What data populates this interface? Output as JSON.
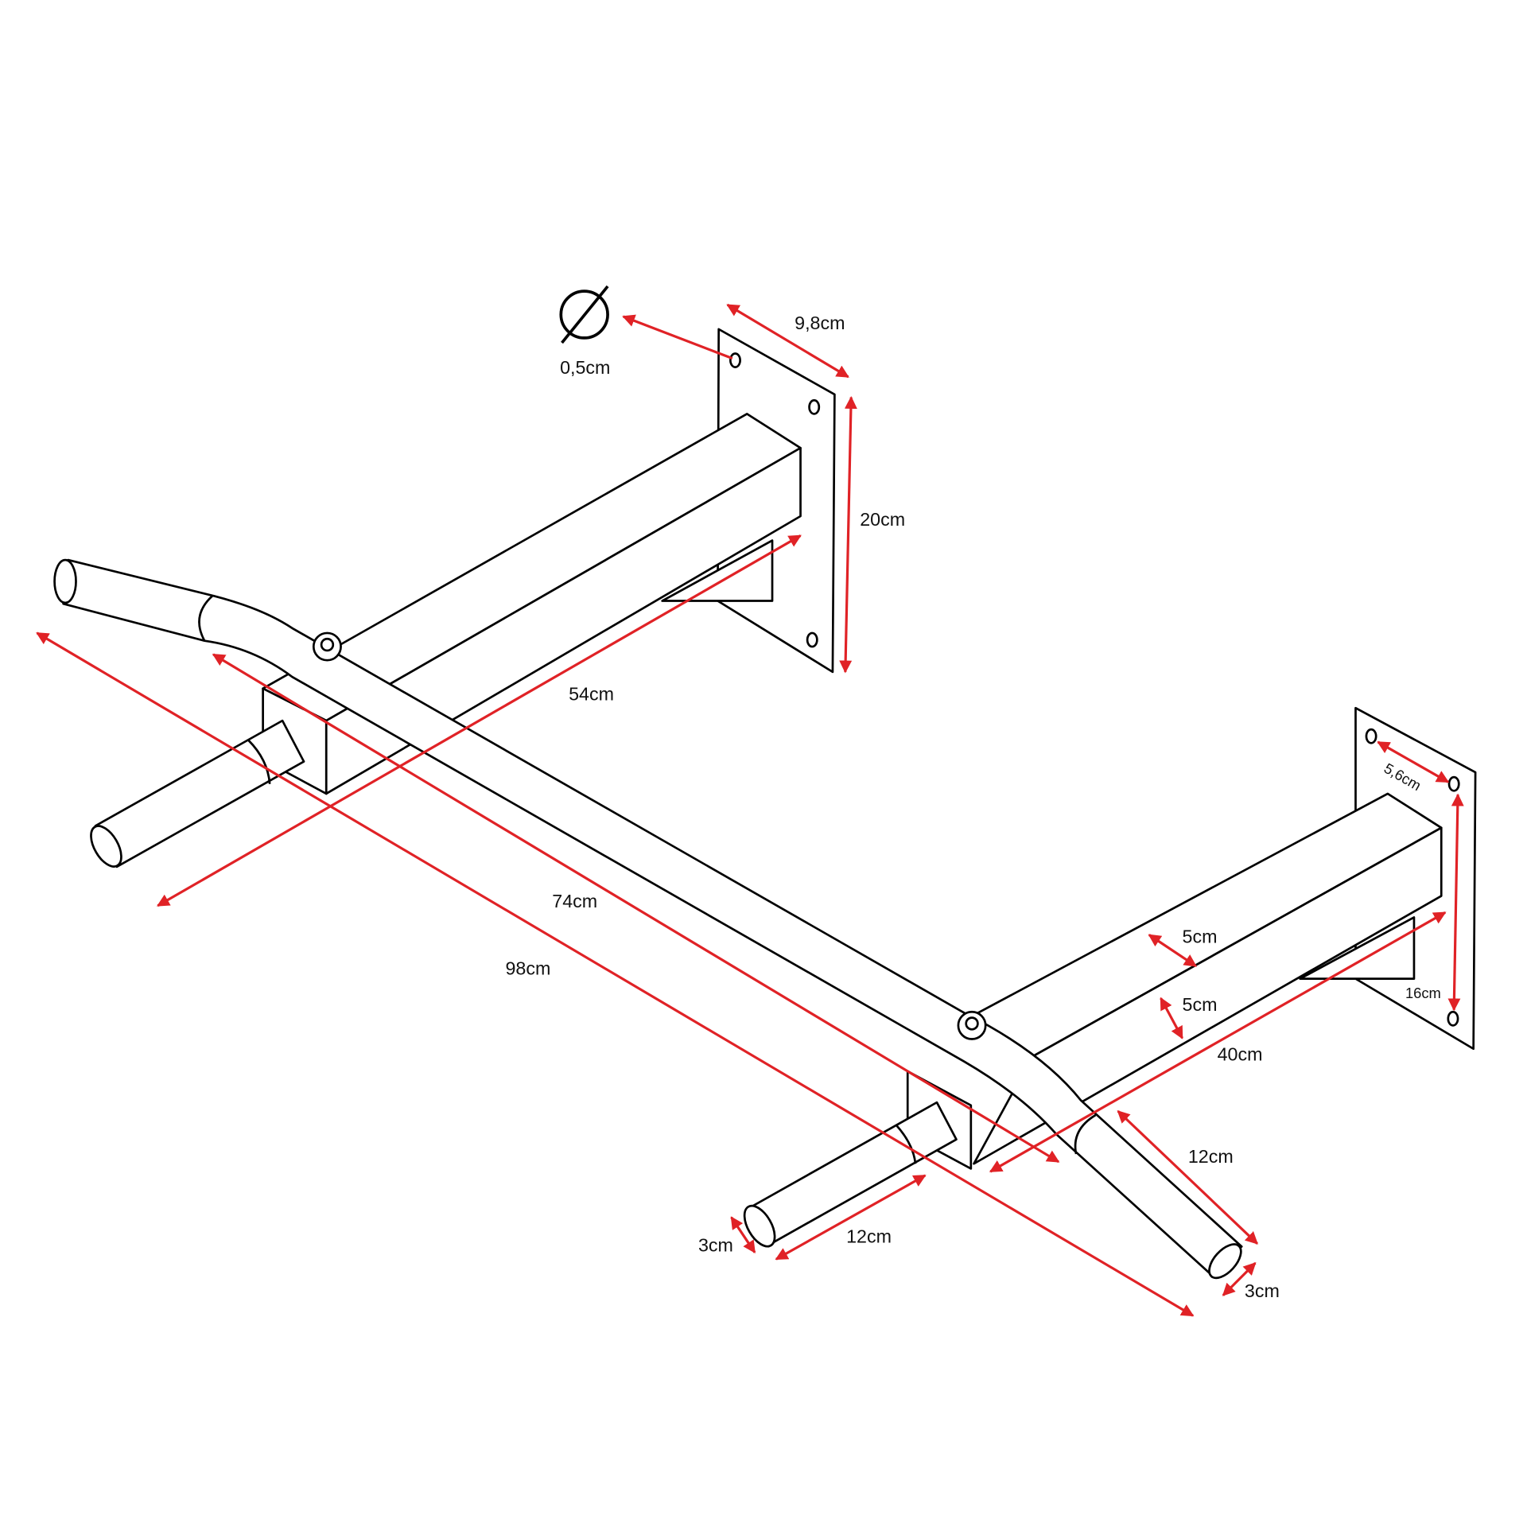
{
  "colors": {
    "dimension_arrow": "#e02226",
    "line": "#000000",
    "background": "#ffffff"
  },
  "icons": {
    "diameter": "diameter-symbol-icon"
  },
  "dimensions": {
    "hole_diameter": "0,5cm",
    "plate_width": "9,8cm",
    "plate_height": "20cm",
    "arm_length": "54cm",
    "bar_inner_length": "74cm",
    "overall_length": "98cm",
    "hole_spacing_horizontal": "5,6cm",
    "hole_spacing_vertical": "16cm",
    "tube_width": "5cm",
    "tube_height": "5cm",
    "wall_distance": "40cm",
    "angled_grip_length": "12cm",
    "angled_grip_diameter": "3cm",
    "neutral_grip_length": "12cm",
    "neutral_grip_diameter": "3cm"
  }
}
